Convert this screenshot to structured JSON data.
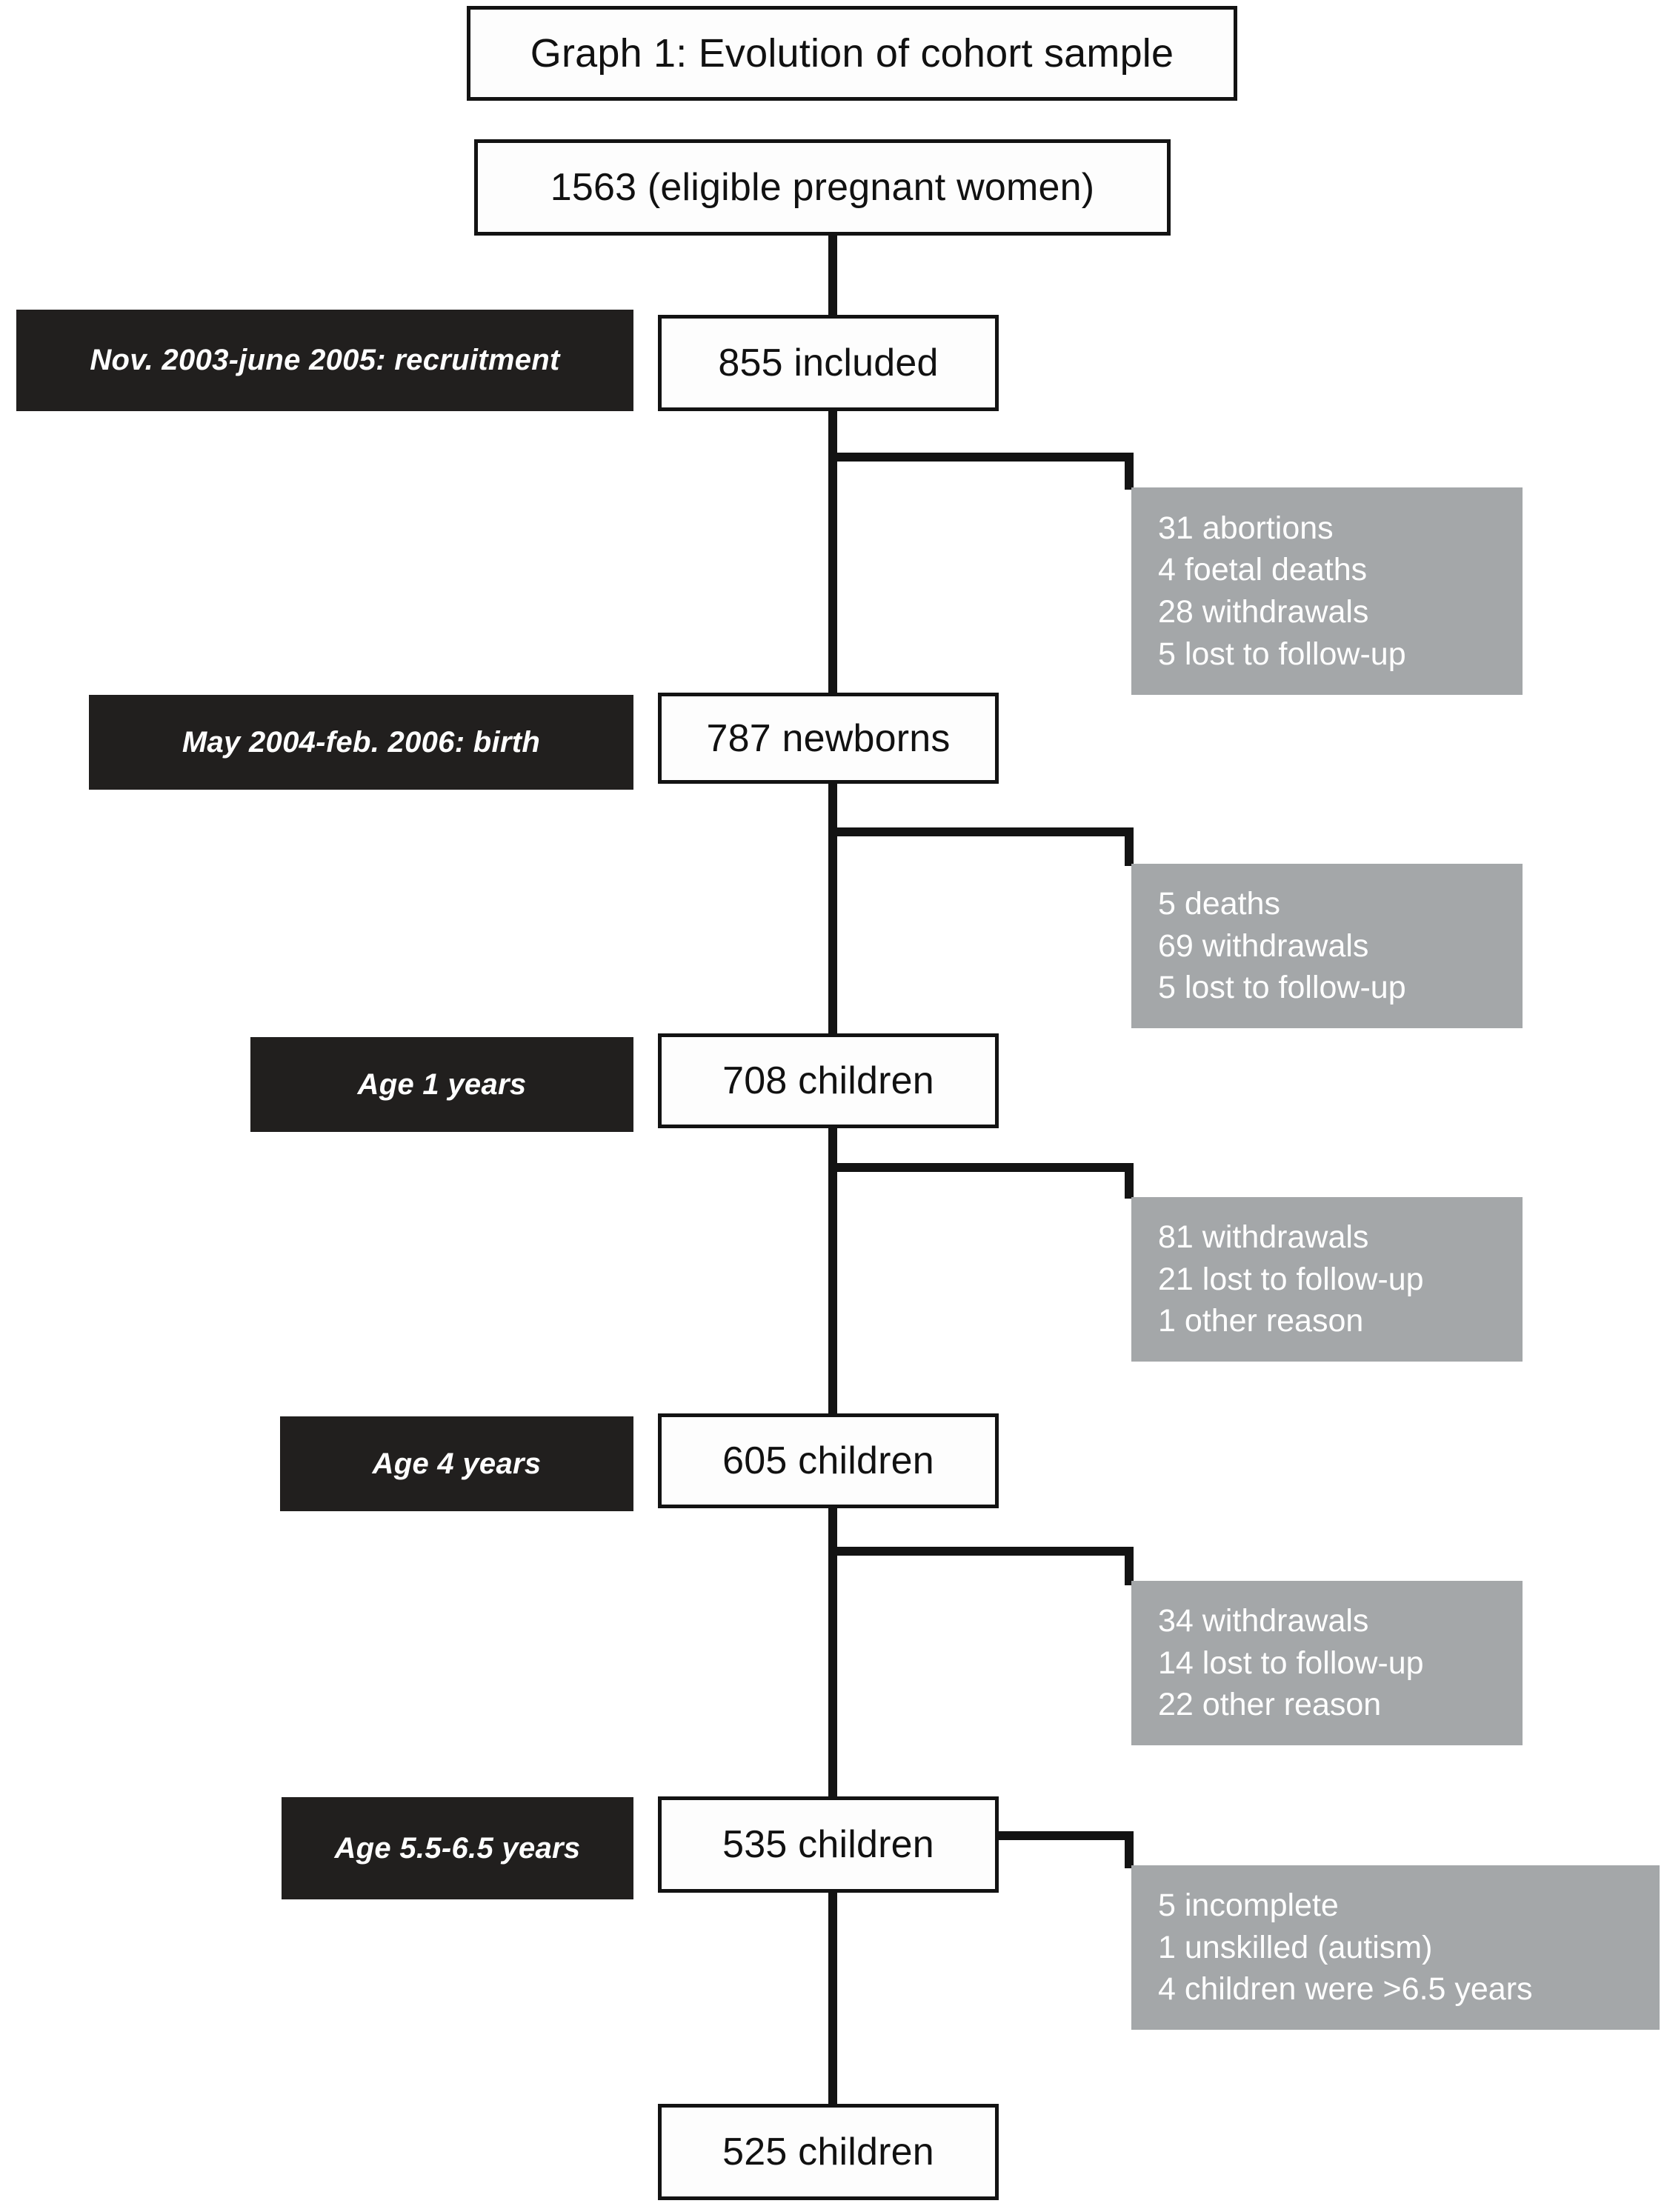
{
  "diagram": {
    "title": "Graph 1: Evolution of cohort sample",
    "type": "flowchart",
    "orientation": "top-to-bottom"
  },
  "nodes": {
    "title_box": "Graph 1: Evolution of cohort sample",
    "eligible": "1563 (eligible pregnant women)",
    "included": "855 included",
    "newborns": "787 newborns",
    "children_1": "708 children",
    "children_4": "605 children",
    "children_55": "535 children",
    "children_final": "525 children"
  },
  "stage_labels": {
    "recruitment": "Nov. 2003-june 2005: recruitment",
    "birth": "May 2004-feb. 2006: birth",
    "age1": "Age 1 years",
    "age4": "Age 4 years",
    "age55": "Age 5.5-6.5 years"
  },
  "exclusions": {
    "after_included": {
      "l1": "31 abortions",
      "l2": "4 foetal deaths",
      "l3": "28 withdrawals",
      "l4": "5 lost to follow-up"
    },
    "after_newborns": {
      "l1": "5 deaths",
      "l2": "69 withdrawals",
      "l3": "5 lost to follow-up"
    },
    "after_age1": {
      "l1": "81 withdrawals",
      "l2": "21 lost to follow-up",
      "l3": "1 other reason"
    },
    "after_age4": {
      "l1": "34 withdrawals",
      "l2": "14 lost to follow-up",
      "l3": "22 other reason"
    },
    "after_age55": {
      "l1": "5 incomplete",
      "l2": "1 unskilled (autism)",
      "l3": "4 children were >6.5 years"
    }
  },
  "colors": {
    "background": "#ffffff",
    "line": "#131313",
    "box_white_fill": "#fdfdfd",
    "box_white_border": "#131313",
    "box_black_fill": "#211f1e",
    "box_black_text": "#ffffff",
    "box_gray_fill": "#a4a7a9",
    "box_gray_text": "#ffffff"
  },
  "flow_counts": {
    "eligible": 1563,
    "included": 855,
    "newborns": 787,
    "children_age_1": 708,
    "children_age_4": 605,
    "children_age_5_5": 535,
    "children_final": 525
  }
}
